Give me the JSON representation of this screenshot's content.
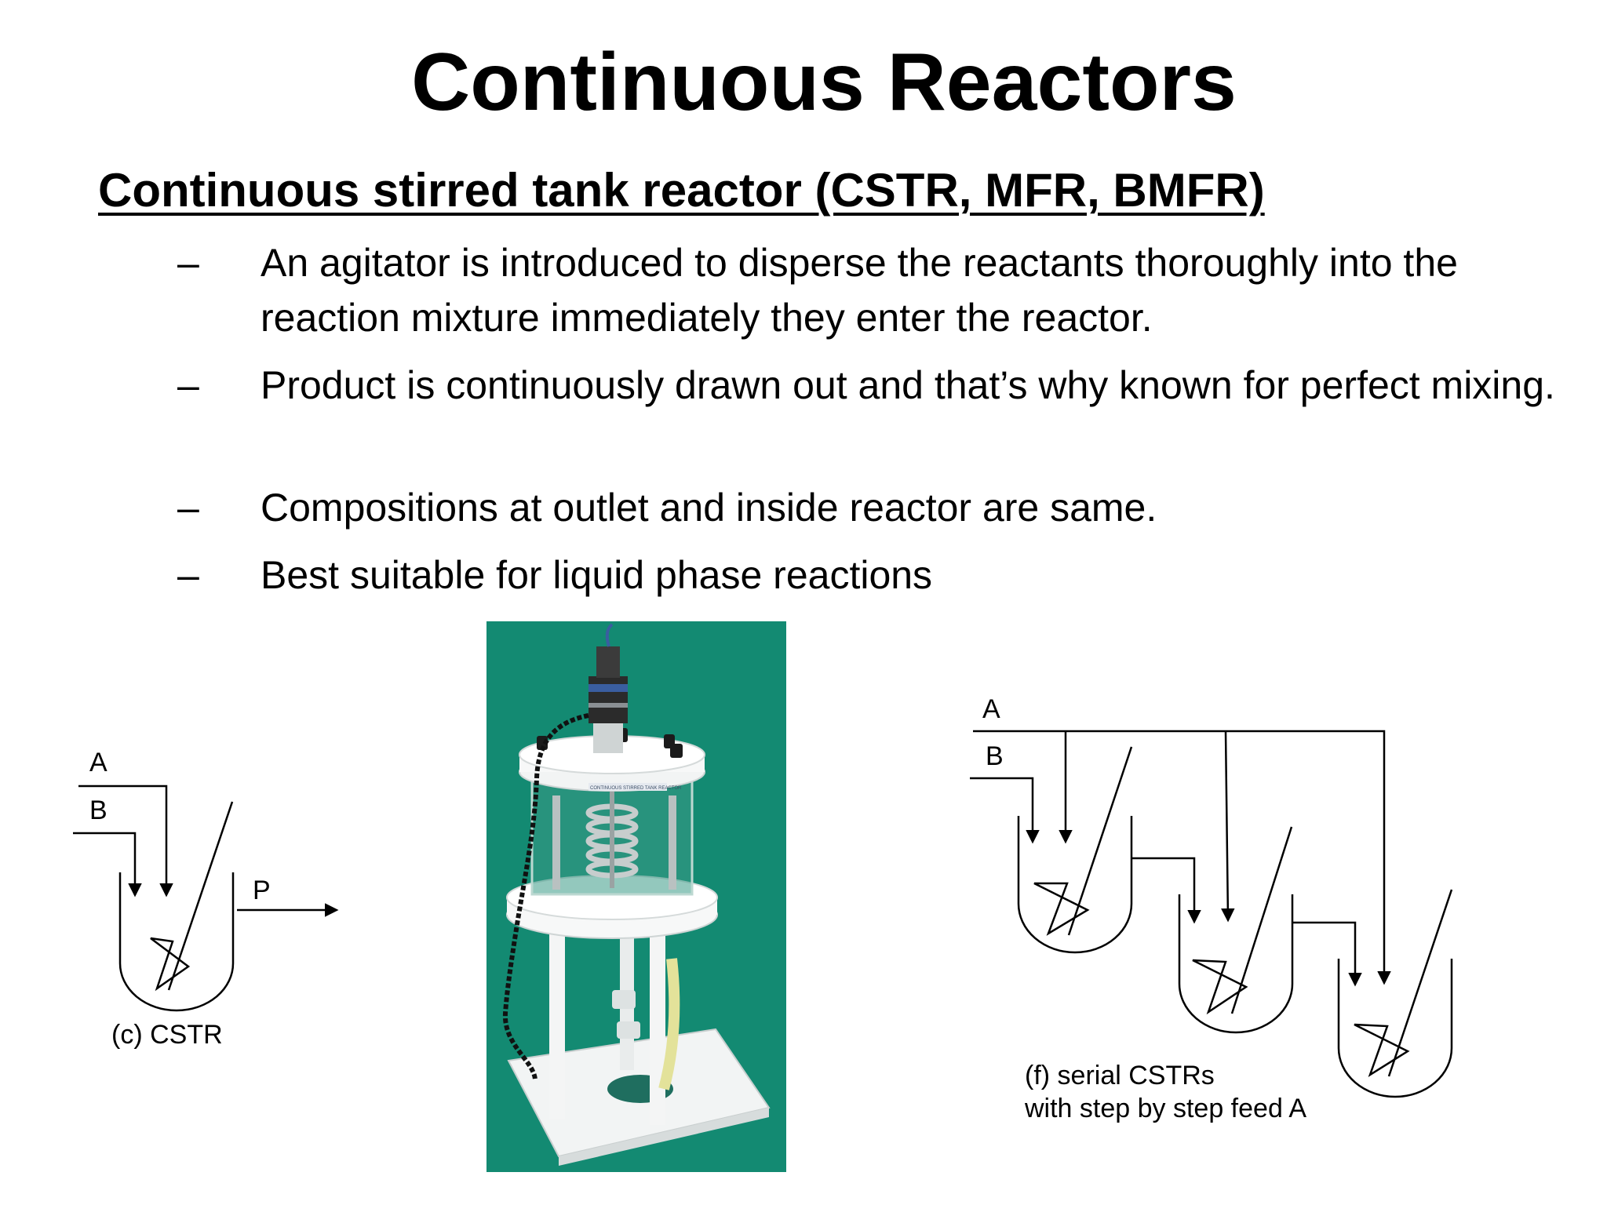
{
  "slide": {
    "title": "Continuous Reactors",
    "subtitle": "Continuous stirred tank reactor (CSTR, MFR, BMFR)",
    "bullets": [
      {
        "marker": "–",
        "text": "An agitator is introduced to disperse the reactants thoroughly into the reaction mixture immediately they enter the reactor."
      },
      {
        "marker": "–",
        "text": "Product is continuously drawn out and that’s why known for perfect mixing."
      },
      {
        "marker": "–",
        "text": "Compositions at outlet and inside reactor are same."
      },
      {
        "marker": "–",
        "text": "Best suitable for liquid phase reactions"
      }
    ]
  },
  "figures": {
    "cstr": {
      "label_a": "A",
      "label_b": "B",
      "label_p": "P",
      "caption": "(c) CSTR"
    },
    "photo": {
      "label_text": "CONTINUOUS STIRRED TANK REACTOR",
      "background_color": "#138a72"
    },
    "serial": {
      "label_a": "A",
      "label_b": "B",
      "caption_line1": "(f) serial CSTRs",
      "caption_line2": "with step by step feed A"
    }
  }
}
